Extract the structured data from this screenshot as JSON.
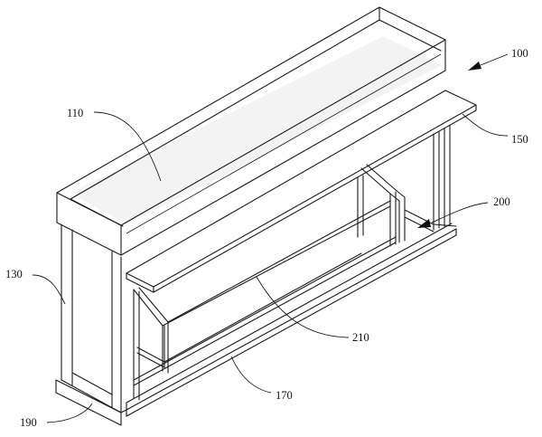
{
  "labels": {
    "l100": "100",
    "l110": "110",
    "l130": "130",
    "l150": "150",
    "l170": "170",
    "l190": "190",
    "l200": "200",
    "l210": "210"
  }
}
